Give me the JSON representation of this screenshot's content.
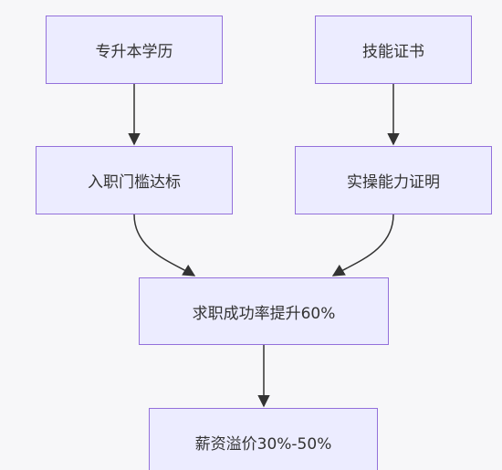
{
  "diagram": {
    "nodes": {
      "degree": "专升本学历",
      "certificate": "技能证书",
      "entry_threshold": "入职门槛达标",
      "practical_proof": "实操能力证明",
      "job_success": "求职成功率提升60%",
      "salary_premium": "薪资溢价30%-50%"
    },
    "edges": [
      [
        "degree",
        "entry_threshold"
      ],
      [
        "certificate",
        "practical_proof"
      ],
      [
        "entry_threshold",
        "job_success"
      ],
      [
        "practical_proof",
        "job_success"
      ],
      [
        "job_success",
        "salary_premium"
      ]
    ],
    "colors": {
      "node_fill": "#ECECFF",
      "node_border": "#9370DB",
      "edge": "#333333",
      "text": "#333333",
      "background": "#f7f7f9"
    }
  }
}
